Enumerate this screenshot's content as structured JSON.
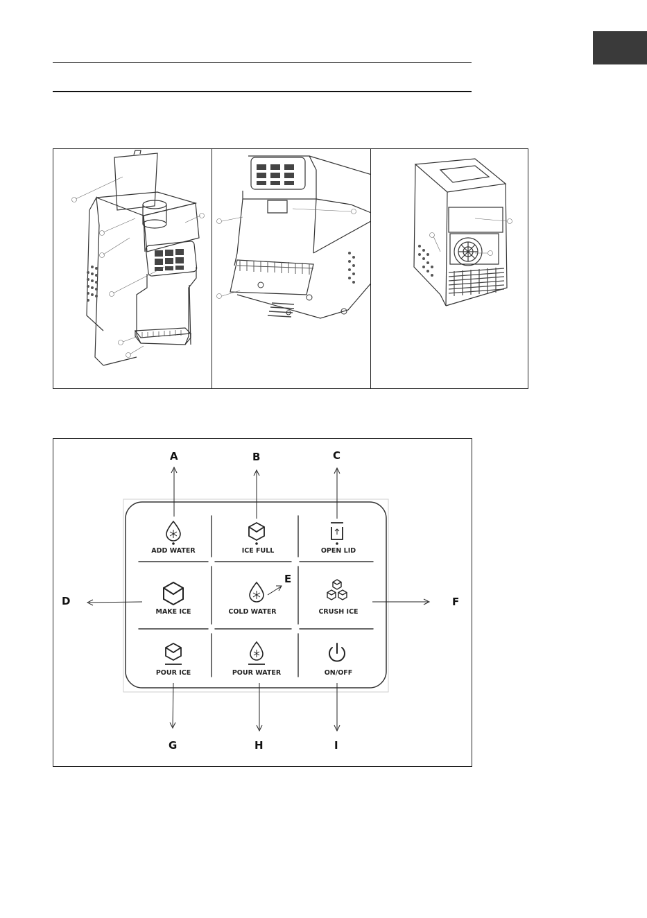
{
  "panel": {
    "buttons": [
      {
        "key": "A",
        "label": "ADD WATER",
        "icon": "water-drop-snowflake-icon"
      },
      {
        "key": "B",
        "label": "ICE FULL",
        "icon": "ice-cube-icon"
      },
      {
        "key": "C",
        "label": "OPEN LID",
        "icon": "open-lid-icon"
      },
      {
        "key": "D",
        "label": "MAKE ICE",
        "icon": "ice-cube-icon"
      },
      {
        "key": "E",
        "label": "COLD WATER",
        "icon": "water-drop-snowflake-icon"
      },
      {
        "key": "F",
        "label": "CRUSH ICE",
        "icon": "crushed-ice-icon"
      },
      {
        "key": "G",
        "label": "POUR ICE",
        "icon": "pour-ice-icon"
      },
      {
        "key": "H",
        "label": "POUR WATER",
        "icon": "pour-water-icon"
      },
      {
        "key": "I",
        "label": "ON/OFF",
        "icon": "power-icon"
      }
    ]
  },
  "colors": {
    "language_tab": "#3a3a3a",
    "lines": "#222222"
  }
}
